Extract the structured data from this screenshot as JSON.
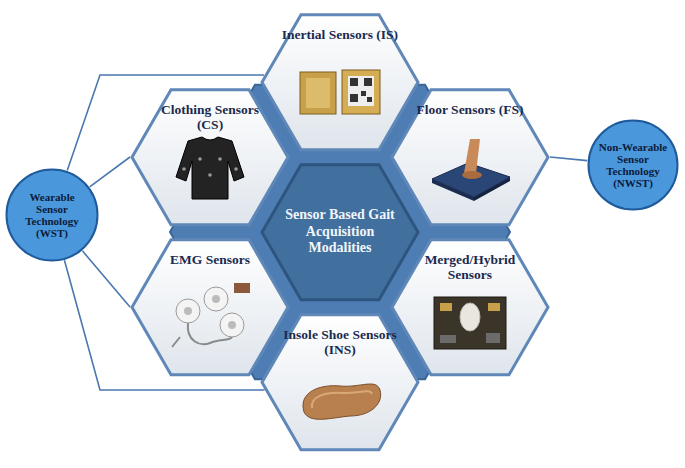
{
  "diagram": {
    "nodes": [
      {
        "text": [
          "Inertial Sensors (IS)"
        ]
      },
      {
        "text": [
          "Clothing Sensors (CS)"
        ]
      },
      {
        "text": [
          "Floor Sensors (FS)"
        ]
      },
      {
        "text": [
          "Non-Wearable Sensor Technology (NWST)"
        ]
      },
      {
        "text": [
          "Wearable Sensor Technology (WST)"
        ]
      },
      {
        "text": [
          "Sensor Based Gait Acquisition Modalities"
        ]
      },
      {
        "text": [
          "EMG Sensors"
        ]
      },
      {
        "text": [
          "Merged/Hybrid Sensors"
        ]
      },
      {
        "text": [
          "Insole Shoe Sensors (INS)"
        ]
      }
    ],
    "edges": [
      {
        "from": 4,
        "to": 0,
        "arrow": "none"
      },
      {
        "from": 4,
        "to": 1,
        "arrow": "none"
      },
      {
        "from": 4,
        "to": 6,
        "arrow": "none"
      },
      {
        "from": 4,
        "to": 8,
        "arrow": "none"
      },
      {
        "from": 3,
        "to": 2,
        "arrow": "none"
      }
    ]
  }
}
